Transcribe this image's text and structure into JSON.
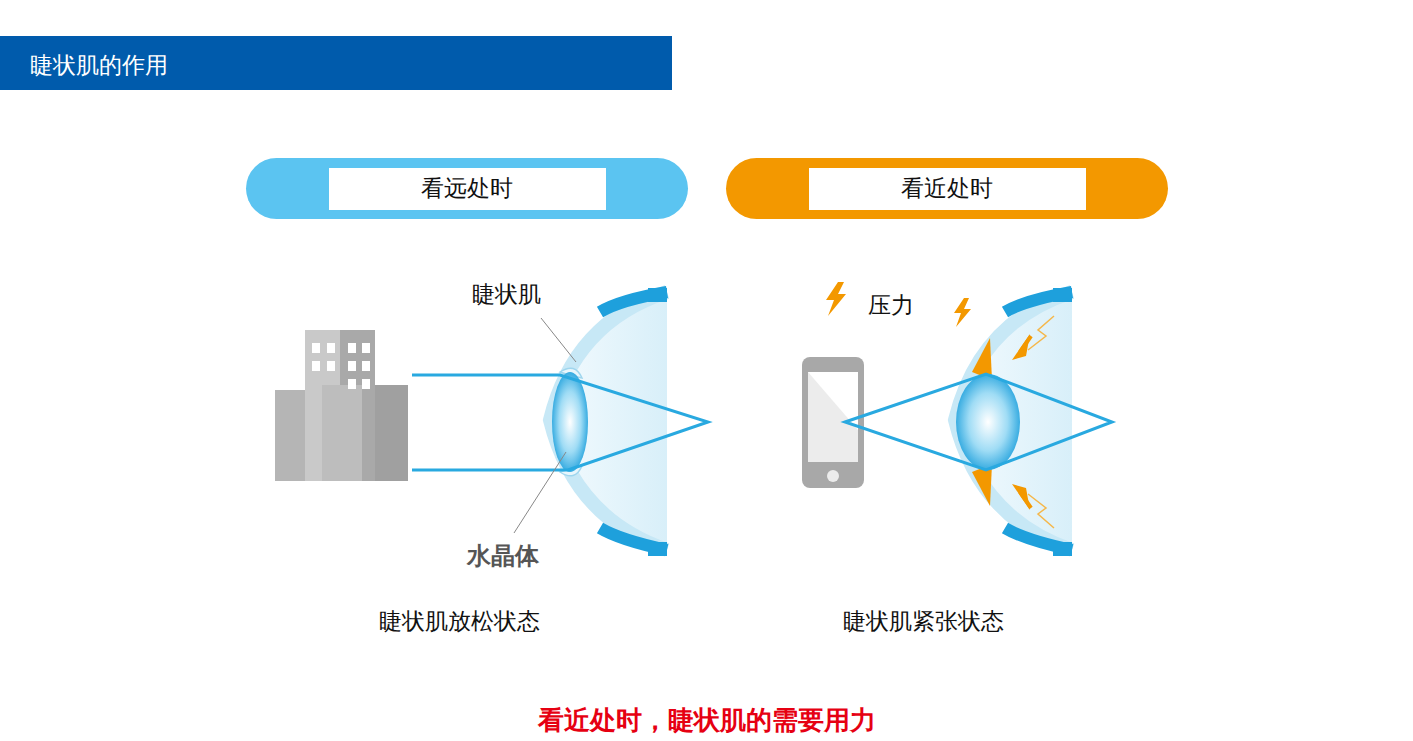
{
  "diagram": {
    "title": "睫状肌的作用",
    "caption": "看近处时，睫状肌的需要用力",
    "nodes": [
      {
        "text": [
          "看远处时"
        ]
      },
      {
        "text": [
          "看近处时"
        ]
      }
    ],
    "labels": [
      "睫状肌",
      "水晶体",
      "睫状肌放松状态",
      "压力",
      "睫状肌紧张状态"
    ]
  }
}
